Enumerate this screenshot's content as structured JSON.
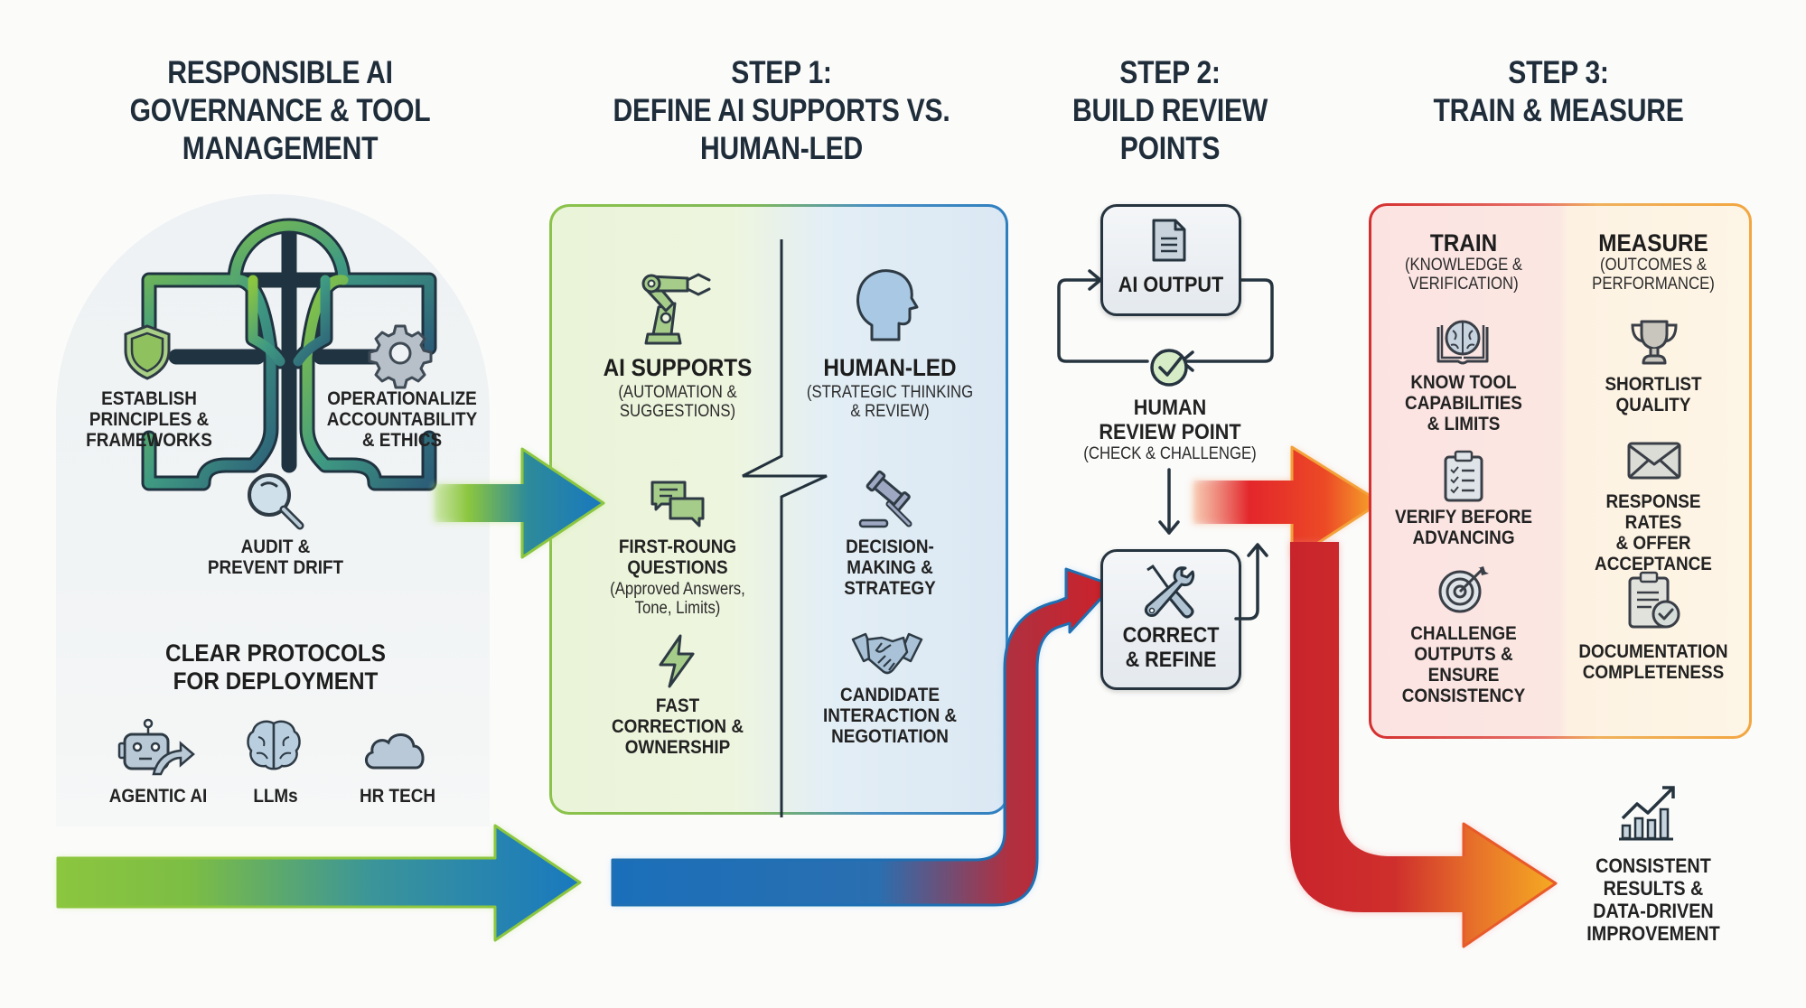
{
  "sections": {
    "governance": {
      "title_lines": [
        "RESPONSIBLE AI",
        "GOVERNANCE & TOOL",
        "MANAGEMENT"
      ],
      "left_item": [
        "ESTABLISH",
        "PRINCIPLES &",
        "FRAMEWORKS"
      ],
      "right_item": [
        "OPERATIONALIZE",
        "ACCOUNTABILITY",
        "& ETHICS"
      ],
      "bottom_item": [
        "AUDIT &",
        "PREVENT DRIFT"
      ],
      "protocols_heading": [
        "CLEAR PROTOCOLS",
        "FOR DEPLOYMENT"
      ],
      "tools": [
        {
          "label": "AGENTIC AI",
          "icon": "robot-arrow-icon"
        },
        {
          "label": "LLMs",
          "icon": "brain-icon"
        },
        {
          "label": "HR TECH",
          "icon": "cloud-icon"
        }
      ],
      "icons": {
        "left": "shield-icon",
        "right": "gear-icon",
        "bottom": "magnifier-icon",
        "center": "governance-pillar-icon"
      }
    },
    "step1": {
      "title_lines": [
        "STEP 1:",
        "DEFINE AI SUPPORTS VS.",
        "HUMAN-LED"
      ],
      "ai_supports": {
        "heading": "AI SUPPORTS",
        "subtitle": [
          "(AUTOMATION &",
          "SUGGESTIONS)"
        ],
        "icon": "robot-arm-icon",
        "items": [
          {
            "title": [
              "FIRST-ROUNG",
              "QUESTIONS"
            ],
            "detail": [
              "(Approved Answers,",
              "Tone, Limits)"
            ],
            "icon": "chat-bubbles-icon"
          },
          {
            "title": [
              "FAST",
              "CORRECTION &",
              "OWNERSHIP"
            ],
            "detail": [],
            "icon": "lightning-icon"
          }
        ]
      },
      "human_led": {
        "heading": "HUMAN-LED",
        "subtitle": [
          "(STRATEGIC THINKING",
          "& REVIEW)"
        ],
        "icon": "human-head-icon",
        "items": [
          {
            "title": [
              "DECISION-",
              "MAKING &",
              "STRATEGY"
            ],
            "icon": "gavel-icon"
          },
          {
            "title": [
              "CANDIDATE",
              "INTERACTION &",
              "NEGOTIATION"
            ],
            "icon": "handshake-icon"
          }
        ]
      }
    },
    "step2": {
      "title_lines": [
        "STEP 2:",
        "BUILD REVIEW",
        "POINTS"
      ],
      "ai_output": "AI OUTPUT",
      "review_point": [
        "HUMAN",
        "REVIEW POINT"
      ],
      "review_sub": "(CHECK & CHALLENGE)",
      "correct_refine": [
        "CORRECT",
        "& REFINE"
      ]
    },
    "step3": {
      "title_lines": [
        "STEP 3:",
        "TRAIN & MEASURE"
      ],
      "train": {
        "heading": "TRAIN",
        "subtitle": [
          "(KNOWLEDGE &",
          "VERIFICATION)"
        ],
        "items": [
          {
            "label": [
              "KNOW TOOL",
              "CAPABILITIES",
              "& LIMITS"
            ],
            "icon": "brain-book-icon"
          },
          {
            "label": [
              "VERIFY BEFORE",
              "ADVANCING"
            ],
            "icon": "checklist-icon"
          },
          {
            "label": [
              "CHALLENGE",
              "OUTPUTS &",
              "ENSURE",
              "CONSISTENCY"
            ],
            "icon": "target-icon"
          }
        ]
      },
      "measure": {
        "heading": "MEASURE",
        "subtitle": [
          "(OUTCOMES &",
          "PERFORMANCE)"
        ],
        "items": [
          {
            "label": [
              "SHORTLIST",
              "QUALITY"
            ],
            "icon": "trophy-icon"
          },
          {
            "label": [
              "RESPONSE RATES",
              "& OFFER",
              "ACCEPTANCE"
            ],
            "icon": "envelope-icon"
          },
          {
            "label": [
              "DOCUMENTATION",
              "COMPLETENESS"
            ],
            "icon": "clipboard-check-icon"
          }
        ]
      }
    },
    "outcome": {
      "label": [
        "CONSISTENT",
        "RESULTS &",
        "DATA-DRIVEN",
        "IMPROVEMENT"
      ],
      "icon": "growth-chart-icon"
    }
  },
  "colors": {
    "green": "#8cc63f",
    "blue": "#1a78c2",
    "red": "#c8232c",
    "orange": "#f5a623",
    "ink": "#26343f"
  }
}
